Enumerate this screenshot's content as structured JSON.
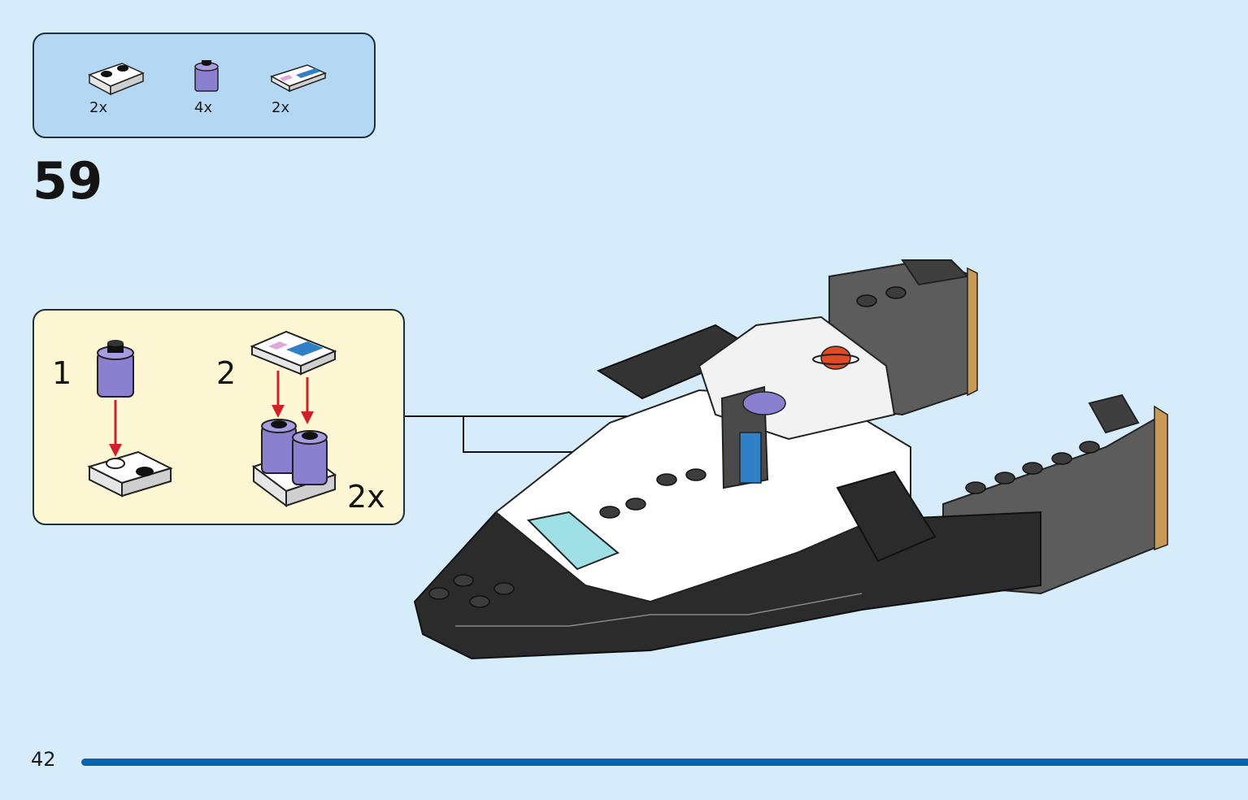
{
  "parts_list": [
    {
      "icon": "white-plate-1x2-icon",
      "quantity": "2x",
      "color": "#ffffff"
    },
    {
      "icon": "lavender-round-brick-icon",
      "quantity": "4x",
      "color": "#8b7fd0"
    },
    {
      "icon": "printed-tile-1x2-icon",
      "quantity": "2x",
      "color": "#ffffff"
    }
  ],
  "step": {
    "number": "59"
  },
  "subassembly": {
    "substeps": [
      "1",
      "2"
    ],
    "multiplier": "2x"
  },
  "footer": {
    "page_number": "42"
  },
  "colors": {
    "background": "#d6ecfb",
    "parts_box": "#b4d7f3",
    "sub_box": "#fdf7d4",
    "arrow": "#d0202a",
    "progress": "#0a63ad"
  }
}
